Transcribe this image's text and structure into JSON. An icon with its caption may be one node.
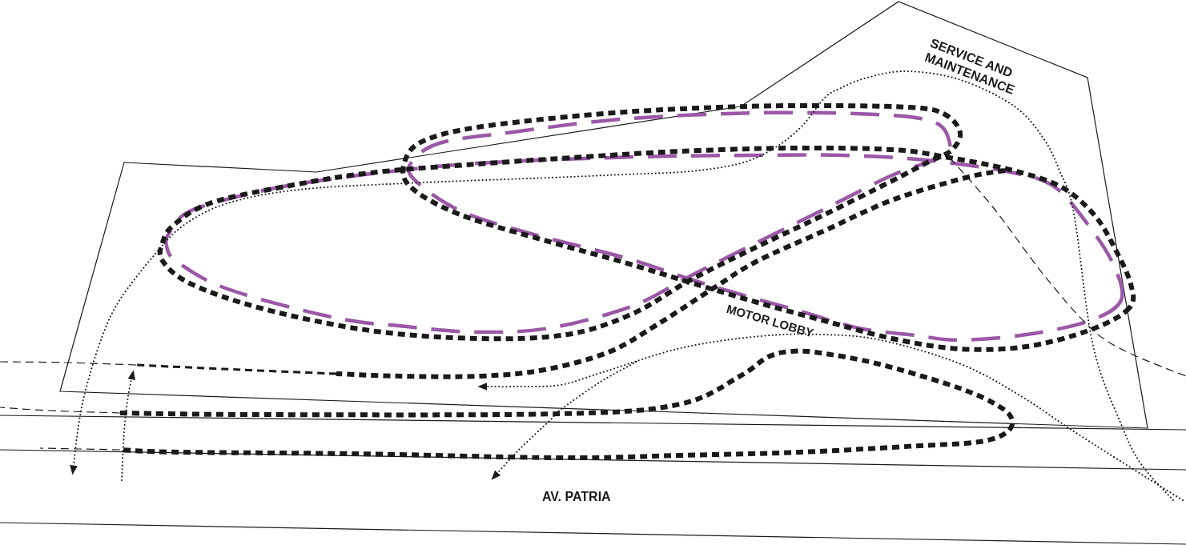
{
  "diagram": {
    "labels": [
      "SERVICE AND MAINTENANCE",
      "MOTOR LOBBY",
      "AV. PATRIA"
    ]
  }
}
